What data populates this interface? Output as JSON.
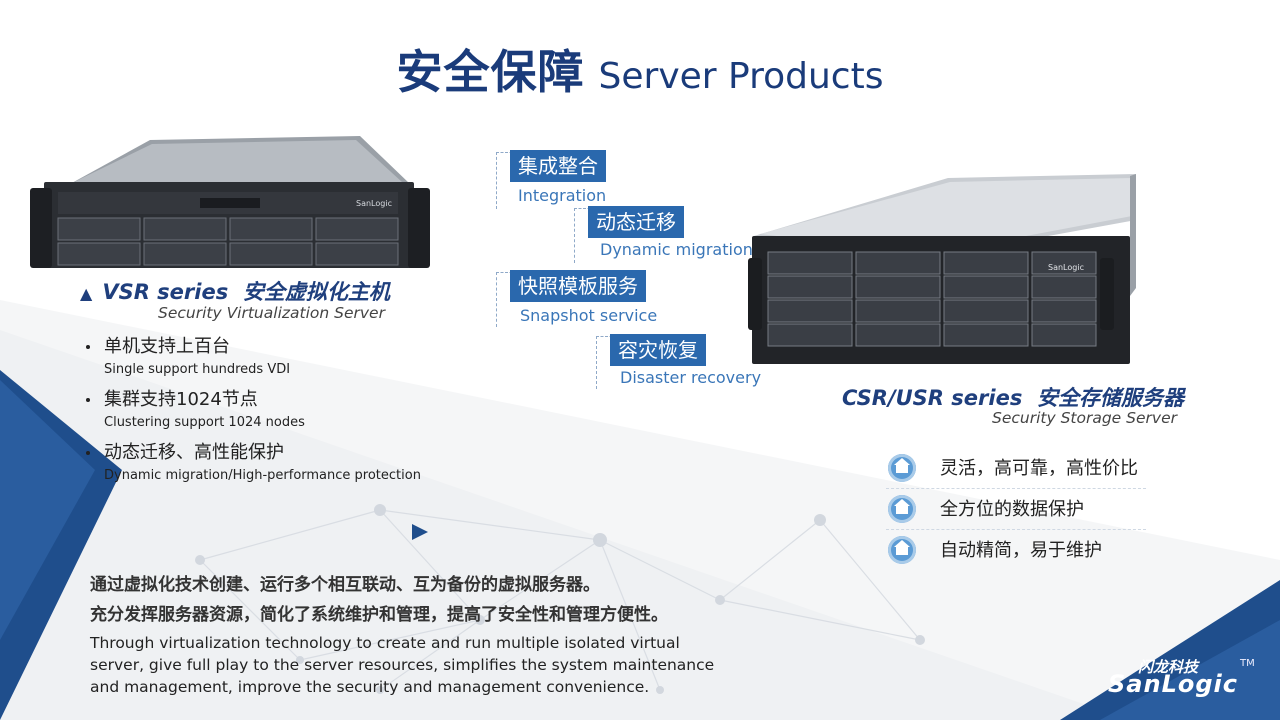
{
  "title": {
    "cn": "安全保障",
    "en": "Server Products"
  },
  "vsr": {
    "heading_en": "VSR series",
    "heading_cn": "安全虚拟化主机",
    "subtitle": "Security Virtualization Server",
    "features": [
      {
        "cn": "单机支持上百台",
        "en": "Single support hundreds VDI"
      },
      {
        "cn": "集群支持1024节点",
        "en": "Clustering support 1024 nodes"
      },
      {
        "cn": "动态迁移、高性能保护",
        "en": "Dynamic migration/High-performance protection"
      }
    ],
    "brand": "SanLogic"
  },
  "flow": [
    {
      "cn": "集成整合",
      "en": "Integration"
    },
    {
      "cn": "动态迁移",
      "en": "Dynamic migration"
    },
    {
      "cn": "快照模板服务",
      "en": "Snapshot service"
    },
    {
      "cn": "容灾恢复",
      "en": "Disaster recovery"
    }
  ],
  "csr": {
    "heading_en": "CSR/USR series",
    "heading_cn": "安全存储服务器",
    "subtitle": "Security Storage Server",
    "features": [
      "灵活，高可靠，高性价比",
      "全方位的数据保护",
      "自动精简，易于维护"
    ],
    "brand": "SanLogic"
  },
  "paragraph": {
    "cn_line1": "通过虚拟化技术创建、运行多个相互联动、互为备份的虚拟服务器。",
    "cn_line2": "充分发挥服务器资源，简化了系统维护和管理，提高了安全性和管理方便性。",
    "en": "Through virtualization technology to create and run multiple isolated virtual server, give full play to the server resources, simplifies the system maintenance and management, improve the security and management convenience."
  },
  "logo": {
    "cn": "闪龙科技",
    "en": "SanLogic",
    "tm": "TM"
  },
  "colors": {
    "title": "#1a3b7a",
    "accent_blue": "#2a68ad",
    "corner_blue": "#1f4e8c"
  }
}
